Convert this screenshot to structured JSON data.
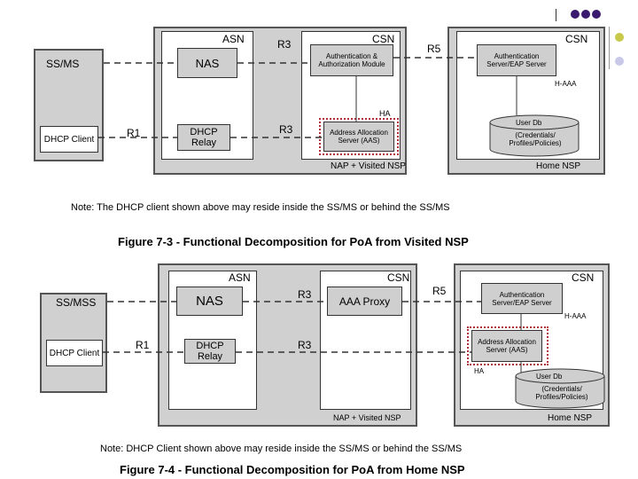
{
  "colors": {
    "region_fill": "#d0d0d0",
    "box_fill": "#cfcfcf",
    "highlight_border": "#b0303a",
    "dot_purple": "#3a1a6e",
    "dot_olive": "#c8c84a",
    "dot_lavender": "#c8c8e8"
  },
  "fig1": {
    "ss_label": "SS/MS",
    "dhcp_client": "DHCP Client",
    "asn": "ASN",
    "nas": "NAS",
    "dhcp_relay": "DHCP Relay",
    "csn_visited": "CSN",
    "auth_module": "Authentication & Authorization Module",
    "aas": "Address Allocation Server (AAS)",
    "ha": "HA",
    "nap_label": "NAP + Visited NSP",
    "csn_home": "CSN",
    "auth_server": "Authentication Server/EAP Server",
    "haaa": "H-AAA",
    "userdb": "User Db",
    "userdb_sub": "(Credentials/ Profiles/Policies)",
    "home_nsp": "Home NSP",
    "r1": "R1",
    "r3_top": "R3",
    "r3_bottom": "R3",
    "r5": "R5",
    "note": "Note: The DHCP client shown above may reside inside the SS/MS or behind the SS/MS",
    "caption": "Figure 7-3 - Functional Decomposition for PoA from Visited NSP"
  },
  "fig2": {
    "ss_label": "SS/MSS",
    "dhcp_client": "DHCP Client",
    "asn": "ASN",
    "nas": "NAS",
    "dhcp_relay": "DHCP Relay",
    "csn_visited": "CSN",
    "aaa_proxy": "AAA Proxy",
    "nap_label": "NAP + Visited NSP",
    "csn_home": "CSN",
    "auth_server": "Authentication Server/EAP Server",
    "haaa": "H-AAA",
    "aas": "Address Allocation Server (AAS)",
    "ha": "HA",
    "userdb": "User Db",
    "userdb_sub": "(Credentials/ Profiles/Policies)",
    "home_nsp": "Home NSP",
    "r1": "R1",
    "r3_top": "R3",
    "r3_bottom": "R3",
    "r5": "R5",
    "note": "Note: DHCP Client shown above may reside inside the SS/MS or behind the SS/MS",
    "caption": "Figure 7-4 - Functional Decomposition for PoA from Home NSP"
  }
}
